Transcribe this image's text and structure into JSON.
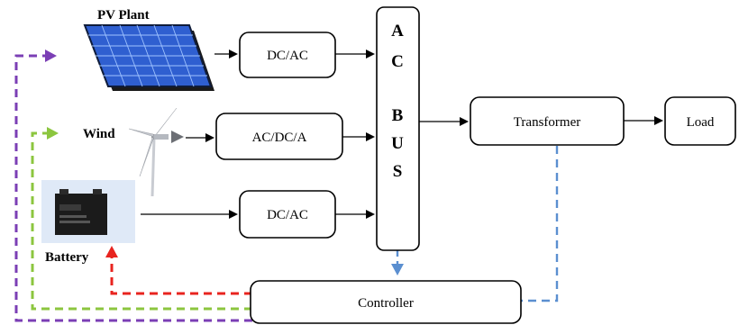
{
  "sources": {
    "pv": "PV Plant",
    "wind": "Wind",
    "battery": "Battery"
  },
  "converters": {
    "pv": "DC/AC",
    "wind": "AC/DC/A",
    "battery": "DC/AC"
  },
  "bus": {
    "letters": [
      "A",
      "C",
      "B",
      "U",
      "S"
    ]
  },
  "transformer": "Transformer",
  "load": "Load",
  "controller": "Controller",
  "colors": {
    "purple": "#7b3fb5",
    "green": "#8cc63f",
    "red": "#e8241f",
    "blue": "#5b8fd0",
    "panel_blue": "#2f5fd0",
    "panel_frame": "#1a1a1a"
  }
}
